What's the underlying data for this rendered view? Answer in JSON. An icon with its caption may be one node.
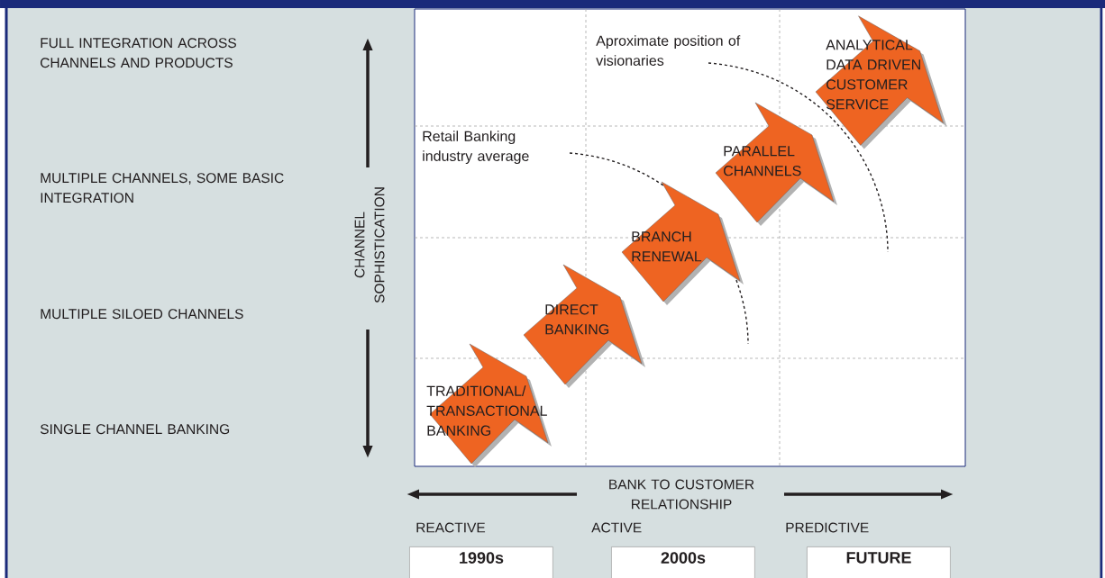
{
  "diagram": {
    "nodes": [
      {
        "text": [
          "TRADITIONAL/ TRANSACTIONAL BANKING"
        ]
      },
      {
        "text": [
          "DIRECT BANKING"
        ]
      },
      {
        "text": [
          "BRANCH RENEWAL"
        ]
      },
      {
        "text": [
          "PARALLEL CHANNELS"
        ]
      },
      {
        "text": [
          "ANALYTICAL DATA DRIVEN CUSTOMER SERVICE"
        ]
      },
      {
        "text": [
          "1990s"
        ]
      },
      {
        "text": [
          "2000s"
        ]
      },
      {
        "text": [
          "FUTURE"
        ]
      }
    ],
    "labels": [
      "FULL INTEGRATION ACROSS CHANNELS AND PRODUCTS",
      "Aproximate position of visionaries",
      "MULTIPLE CHANNELS, SOME BASIC INTEGRATION",
      "Retail Banking industry average",
      "MULTIPLE SILOED CHANNELS",
      "CHANNEL SOPHISTICATION",
      "SINGLE CHANNEL BANKING",
      "BANK TO CUSTOMER RELATIONSHIP",
      "REACTIVE",
      "ACTIVE",
      "PREDICTIVE"
    ]
  }
}
